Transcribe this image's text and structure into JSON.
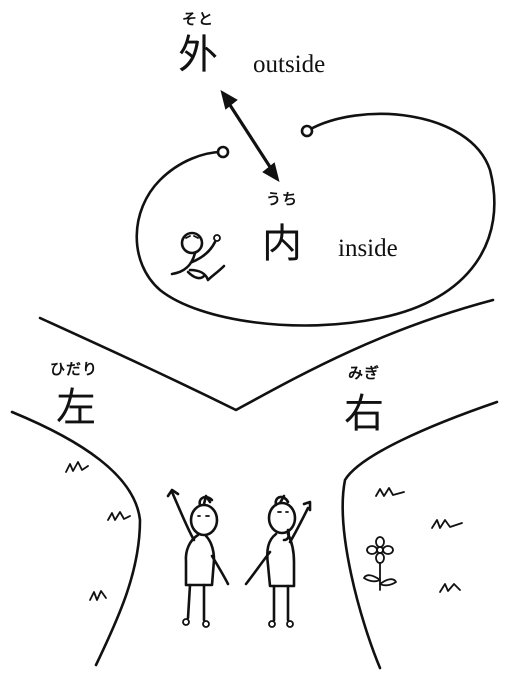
{
  "outside": {
    "furigana": "そと",
    "kanji": "外",
    "english": "outside"
  },
  "inside": {
    "furigana": "うち",
    "kanji": "内",
    "english": "inside"
  },
  "left": {
    "furigana": "ひだり",
    "kanji": "左"
  },
  "right": {
    "furigana": "みぎ",
    "kanji": "右"
  }
}
